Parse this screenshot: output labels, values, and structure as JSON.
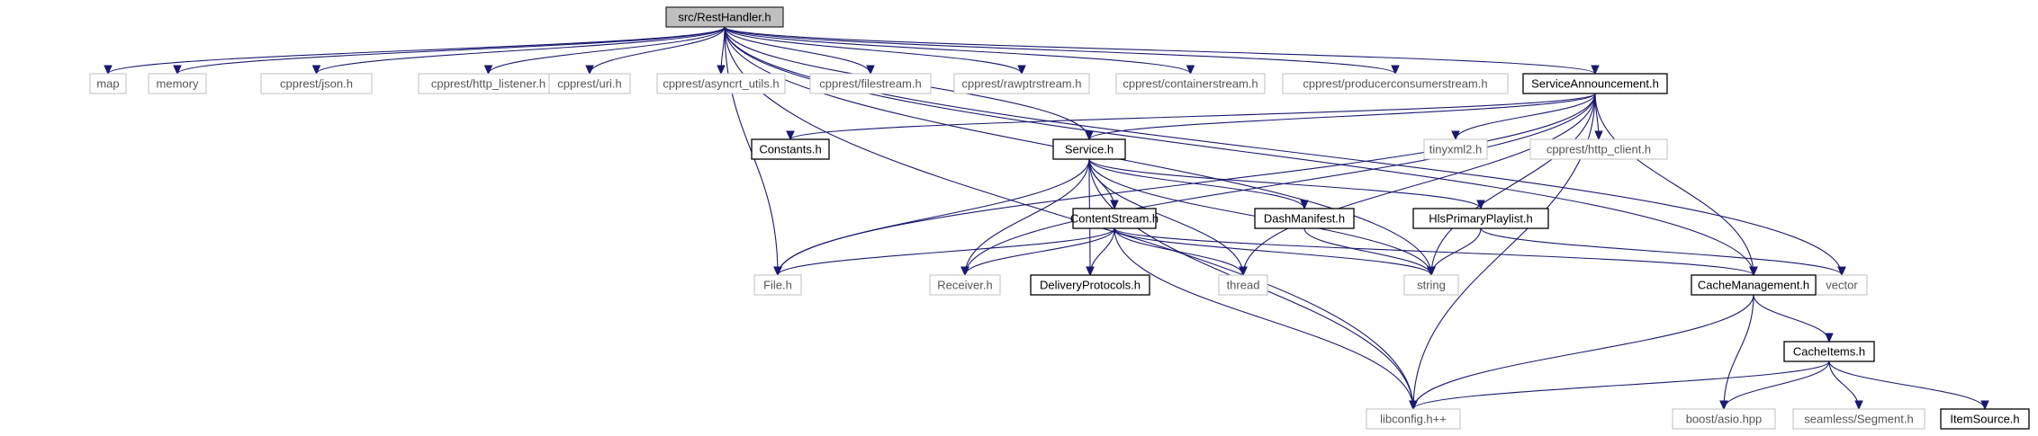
{
  "graph": {
    "nodes": [
      {
        "id": "resthandler",
        "label": "src/RestHandler.h",
        "kind": "root"
      },
      {
        "id": "map",
        "label": "map",
        "kind": "external"
      },
      {
        "id": "memory",
        "label": "memory",
        "kind": "external"
      },
      {
        "id": "json",
        "label": "cpprest/json.h",
        "kind": "external"
      },
      {
        "id": "http_listener",
        "label": "cpprest/http_listener.h",
        "kind": "external"
      },
      {
        "id": "uri",
        "label": "cpprest/uri.h",
        "kind": "external"
      },
      {
        "id": "asyncrt",
        "label": "cpprest/asyncrt_utils.h",
        "kind": "external"
      },
      {
        "id": "filestream",
        "label": "cpprest/filestream.h",
        "kind": "external"
      },
      {
        "id": "rawptrstream",
        "label": "cpprest/rawptrstream.h",
        "kind": "external"
      },
      {
        "id": "containerstream",
        "label": "cpprest/containerstream.h",
        "kind": "external"
      },
      {
        "id": "producerconsumer",
        "label": "cpprest/producerconsumerstream.h",
        "kind": "external"
      },
      {
        "id": "serviceann",
        "label": "ServiceAnnouncement.h",
        "kind": "internal"
      },
      {
        "id": "constants",
        "label": "Constants.h",
        "kind": "internal"
      },
      {
        "id": "service",
        "label": "Service.h",
        "kind": "internal"
      },
      {
        "id": "tinyxml",
        "label": "tinyxml2.h",
        "kind": "external"
      },
      {
        "id": "http_client",
        "label": "cpprest/http_client.h",
        "kind": "external"
      },
      {
        "id": "contentstream",
        "label": "ContentStream.h",
        "kind": "internal"
      },
      {
        "id": "dashmanifest",
        "label": "DashManifest.h",
        "kind": "internal"
      },
      {
        "id": "hlsplaylist",
        "label": "HlsPrimaryPlaylist.h",
        "kind": "internal"
      },
      {
        "id": "file",
        "label": "File.h",
        "kind": "external"
      },
      {
        "id": "receiver",
        "label": "Receiver.h",
        "kind": "external"
      },
      {
        "id": "deliveryprotocols",
        "label": "DeliveryProtocols.h",
        "kind": "internal"
      },
      {
        "id": "thread",
        "label": "thread",
        "kind": "external"
      },
      {
        "id": "string",
        "label": "string",
        "kind": "external"
      },
      {
        "id": "cachemgmt",
        "label": "CacheManagement.h",
        "kind": "internal"
      },
      {
        "id": "vector",
        "label": "vector",
        "kind": "external"
      },
      {
        "id": "cacheitems",
        "label": "CacheItems.h",
        "kind": "internal"
      },
      {
        "id": "libconfig",
        "label": "libconfig.h++",
        "kind": "external"
      },
      {
        "id": "boostasio",
        "label": "boost/asio.hpp",
        "kind": "external"
      },
      {
        "id": "segment",
        "label": "seamless/Segment.h",
        "kind": "external"
      },
      {
        "id": "itemsource",
        "label": "ItemSource.h",
        "kind": "internal"
      }
    ],
    "edges": [
      [
        "resthandler",
        "map"
      ],
      [
        "resthandler",
        "memory"
      ],
      [
        "resthandler",
        "json"
      ],
      [
        "resthandler",
        "http_listener"
      ],
      [
        "resthandler",
        "uri"
      ],
      [
        "resthandler",
        "asyncrt"
      ],
      [
        "resthandler",
        "filestream"
      ],
      [
        "resthandler",
        "rawptrstream"
      ],
      [
        "resthandler",
        "containerstream"
      ],
      [
        "resthandler",
        "producerconsumer"
      ],
      [
        "resthandler",
        "serviceann"
      ],
      [
        "resthandler",
        "service"
      ],
      [
        "resthandler",
        "file"
      ],
      [
        "resthandler",
        "libconfig"
      ],
      [
        "resthandler",
        "cachemgmt"
      ],
      [
        "resthandler",
        "vector"
      ],
      [
        "resthandler",
        "string"
      ],
      [
        "serviceann",
        "constants"
      ],
      [
        "serviceann",
        "service"
      ],
      [
        "serviceann",
        "tinyxml"
      ],
      [
        "serviceann",
        "http_client"
      ],
      [
        "serviceann",
        "file"
      ],
      [
        "serviceann",
        "receiver"
      ],
      [
        "serviceann",
        "thread"
      ],
      [
        "serviceann",
        "string"
      ],
      [
        "serviceann",
        "cachemgmt"
      ],
      [
        "serviceann",
        "libconfig"
      ],
      [
        "service",
        "contentstream"
      ],
      [
        "service",
        "dashmanifest"
      ],
      [
        "service",
        "hlsplaylist"
      ],
      [
        "service",
        "file"
      ],
      [
        "service",
        "receiver"
      ],
      [
        "service",
        "deliveryprotocols"
      ],
      [
        "service",
        "thread"
      ],
      [
        "service",
        "string"
      ],
      [
        "service",
        "libconfig"
      ],
      [
        "contentstream",
        "file"
      ],
      [
        "contentstream",
        "receiver"
      ],
      [
        "contentstream",
        "deliveryprotocols"
      ],
      [
        "contentstream",
        "thread"
      ],
      [
        "contentstream",
        "string"
      ],
      [
        "contentstream",
        "cachemgmt"
      ],
      [
        "contentstream",
        "libconfig"
      ],
      [
        "dashmanifest",
        "string"
      ],
      [
        "hlsplaylist",
        "string"
      ],
      [
        "hlsplaylist",
        "vector"
      ],
      [
        "cachemgmt",
        "cacheitems"
      ],
      [
        "cachemgmt",
        "boostasio"
      ],
      [
        "cachemgmt",
        "libconfig"
      ],
      [
        "cacheitems",
        "libconfig"
      ],
      [
        "cacheitems",
        "boostasio"
      ],
      [
        "cacheitems",
        "segment"
      ],
      [
        "cacheitems",
        "itemsource"
      ]
    ]
  }
}
